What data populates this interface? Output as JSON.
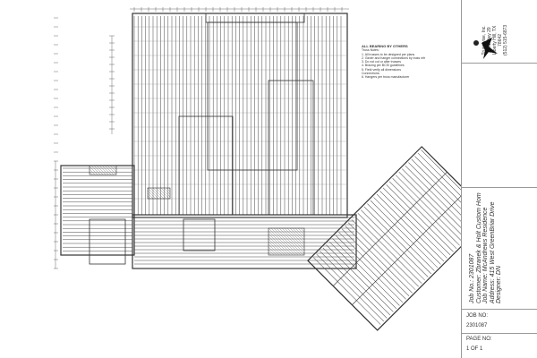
{
  "company": {
    "name": "Trusswise, Inc.",
    "address": "1401 Hwy 29",
    "city": "Liberty Hill, TX",
    "zip": "78642",
    "phone": "(512) 515-6873"
  },
  "job_info": {
    "job_no_line": "Job No.: 2301087",
    "customer": "Customer: Zbranek & Holt Custom Hom",
    "job_name": "Job Name: McAndrews Residence",
    "address": "Address: 415 West GreenBriar Drive",
    "designer": "Designer: DN"
  },
  "job_no": {
    "label": "JOB NO:",
    "value": "2301087"
  },
  "page_no": {
    "label": "PAGE NO:",
    "value": "1 OF 1"
  },
  "notes": {
    "title": "ALL BEARING BY OTHERS",
    "lines": [
      "Truss Notes:",
      "1. All trusses to be designed per plans",
      "2. Girder and hanger connections by truss mfr",
      "3. Do not cut or alter trusses",
      "4. Bracing per BCSI guidelines",
      "5. Field verify all dimensions",
      "Connections:",
      "6. Hangers per truss manufacturer"
    ]
  }
}
